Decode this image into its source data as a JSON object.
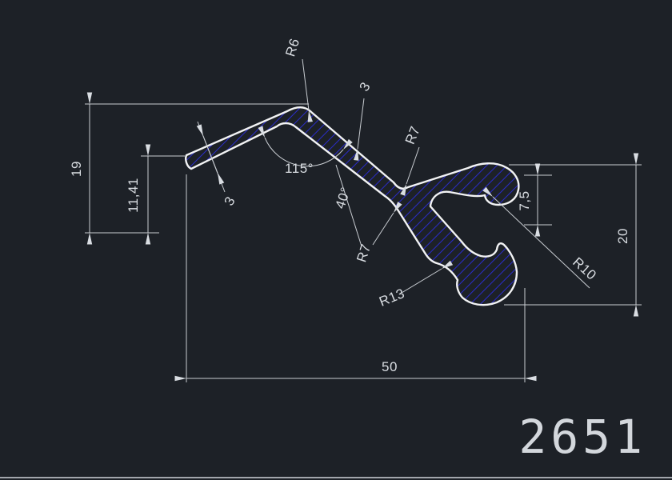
{
  "drawing": {
    "part_number": "2651",
    "colors": {
      "background": "#1d2127",
      "line": "#c9cdd2",
      "profile_outline": "#f2f3f4",
      "hatch_blue": "#2a2ccA"
    },
    "labels": {
      "height_total": "19",
      "height_inner": "11,41",
      "thickness_left": "3",
      "thickness_top": "3",
      "radius_top_bend": "R6",
      "angle_bend": "115°",
      "angle_fork": "40°",
      "radius_top_notch": "R7",
      "radius_fork": "R7",
      "radius_hook_bottom": "R13",
      "radius_channel": "R10",
      "channel_depth": "7,5",
      "height_right": "20",
      "width_total": "50"
    }
  }
}
